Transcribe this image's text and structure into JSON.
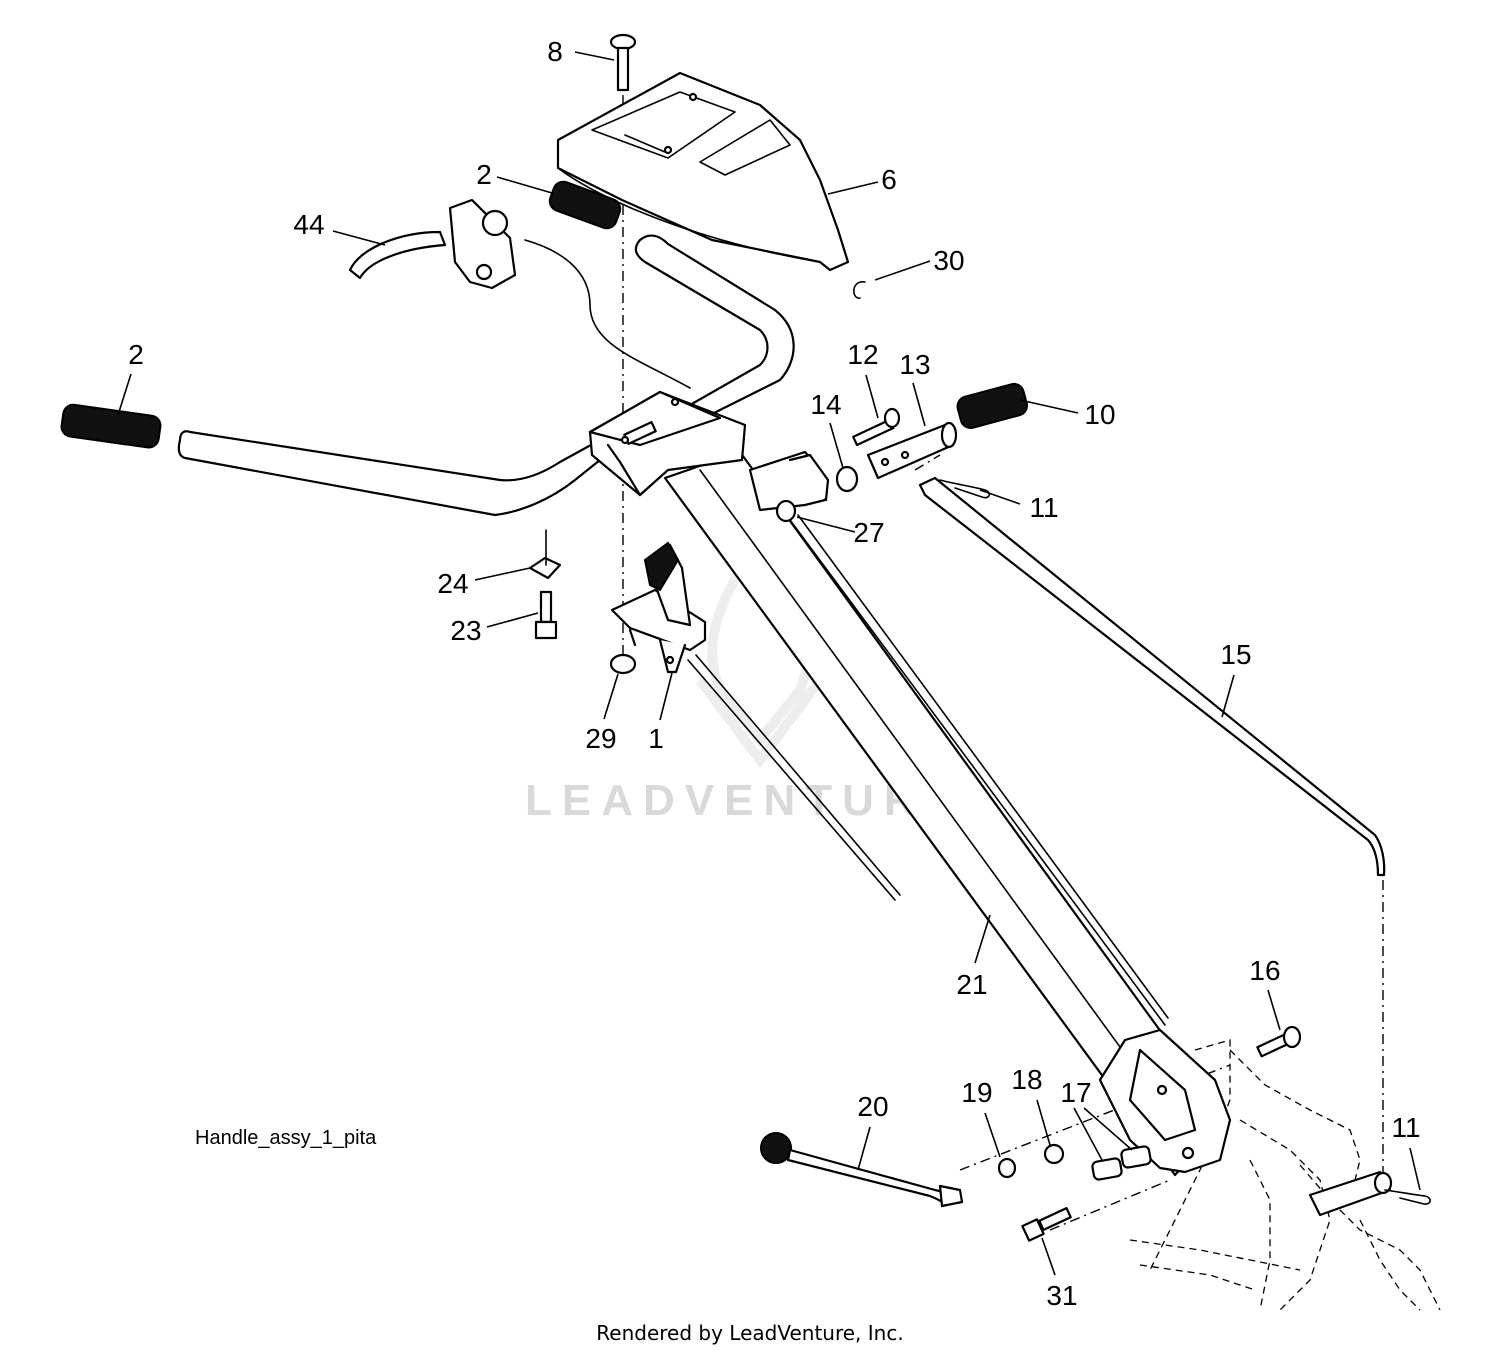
{
  "diagram_name": "Handle_assy_1_pita",
  "credit": "Rendered by LeadVenture, Inc.",
  "watermark": "LEADVENTURE",
  "callouts": [
    {
      "id": "c-8",
      "label": "8"
    },
    {
      "id": "c-2-top",
      "label": "2"
    },
    {
      "id": "c-6",
      "label": "6"
    },
    {
      "id": "c-44",
      "label": "44"
    },
    {
      "id": "c-30",
      "label": "30"
    },
    {
      "id": "c-2-left",
      "label": "2"
    },
    {
      "id": "c-12",
      "label": "12"
    },
    {
      "id": "c-13",
      "label": "13"
    },
    {
      "id": "c-14",
      "label": "14"
    },
    {
      "id": "c-10",
      "label": "10"
    },
    {
      "id": "c-11-top",
      "label": "11"
    },
    {
      "id": "c-27",
      "label": "27"
    },
    {
      "id": "c-24",
      "label": "24"
    },
    {
      "id": "c-23",
      "label": "23"
    },
    {
      "id": "c-15",
      "label": "15"
    },
    {
      "id": "c-29",
      "label": "29"
    },
    {
      "id": "c-1",
      "label": "1"
    },
    {
      "id": "c-21",
      "label": "21"
    },
    {
      "id": "c-16",
      "label": "16"
    },
    {
      "id": "c-20",
      "label": "20"
    },
    {
      "id": "c-19",
      "label": "19"
    },
    {
      "id": "c-18",
      "label": "18"
    },
    {
      "id": "c-17",
      "label": "17"
    },
    {
      "id": "c-11-bottom",
      "label": "11"
    },
    {
      "id": "c-31",
      "label": "31"
    }
  ]
}
